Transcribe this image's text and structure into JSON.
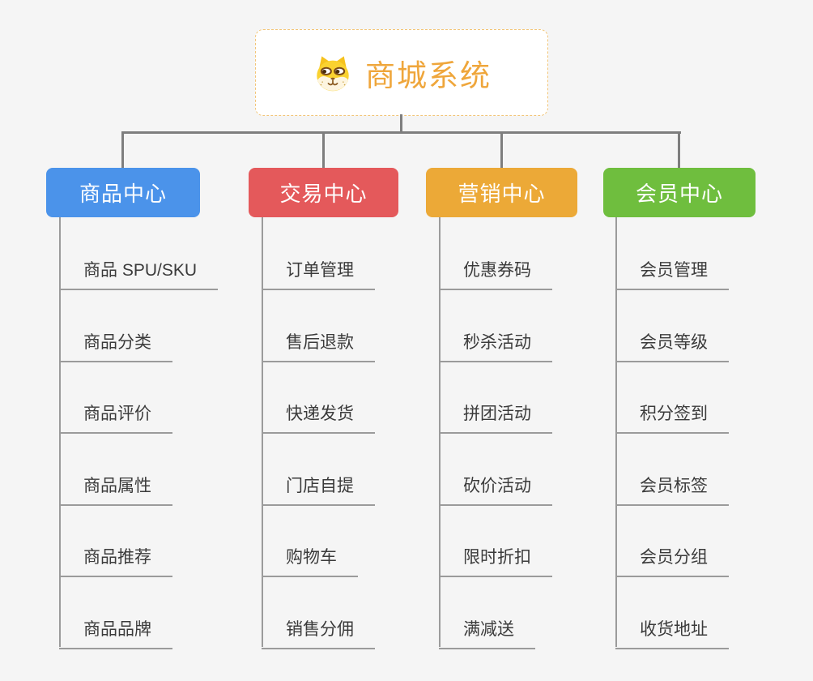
{
  "root": {
    "title": "商城系统",
    "icon": "dog-face-icon",
    "text_color": "#efa63b",
    "border_color": "#f2c578",
    "background": "#ffffff"
  },
  "canvas": {
    "background": "#f5f5f5",
    "connector_color": "#7e7e7e",
    "leaf_line_color": "#9b9b9b",
    "leaf_text_color": "#3b3b3b"
  },
  "branches": [
    {
      "label": "商品中心",
      "color": "#4b93ea",
      "items": [
        "商品 SPU/SKU",
        "商品分类",
        "商品评价",
        "商品属性",
        "商品推荐",
        "商品品牌"
      ]
    },
    {
      "label": "交易中心",
      "color": "#e4595b",
      "items": [
        "订单管理",
        "售后退款",
        "快递发货",
        "门店自提",
        "购物车",
        "销售分佣"
      ]
    },
    {
      "label": "营销中心",
      "color": "#eca937",
      "items": [
        "优惠券码",
        "秒杀活动",
        "拼团活动",
        "砍价活动",
        "限时折扣",
        "满减送"
      ]
    },
    {
      "label": "会员中心",
      "color": "#6fbe3e",
      "items": [
        "会员管理",
        "会员等级",
        "积分签到",
        "会员标签",
        "会员分组",
        "收货地址"
      ]
    }
  ]
}
